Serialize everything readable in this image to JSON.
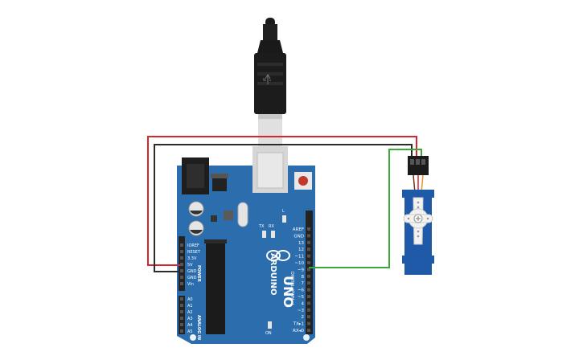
{
  "board": {
    "brand": "ARDUINO",
    "model": "UNO",
    "power_header_label": "POWER",
    "analog_header_label": "ANALOG IN",
    "digital_header_label": "DIGITAL (PWM~)",
    "led_tx": "TX",
    "led_rx": "RX",
    "led_l": "L",
    "led_on": "ON",
    "power_pins": [
      "IOREF",
      "RESET",
      "3.3V",
      "5V",
      "GND",
      "GND",
      "Vin"
    ],
    "analog_pins": [
      "A0",
      "A1",
      "A2",
      "A3",
      "A4",
      "A5"
    ],
    "digital_pins": [
      "AREF",
      "GND",
      "13",
      "12",
      "~11",
      "~10",
      "~9",
      "8",
      "7",
      "~6",
      "~5",
      "4",
      "~3",
      "2",
      "TX▸1",
      "RX◂0"
    ]
  },
  "wires": [
    {
      "name": "5V",
      "color": "#d6262e"
    },
    {
      "name": "GND",
      "color": "#2b2b2b"
    },
    {
      "name": "signal-9",
      "color": "#3aaa35"
    }
  ],
  "colors": {
    "board": "#2b6dad",
    "header": "#232323",
    "servo": "#1e5aa8",
    "usb_metal": "#d9d9d9"
  }
}
